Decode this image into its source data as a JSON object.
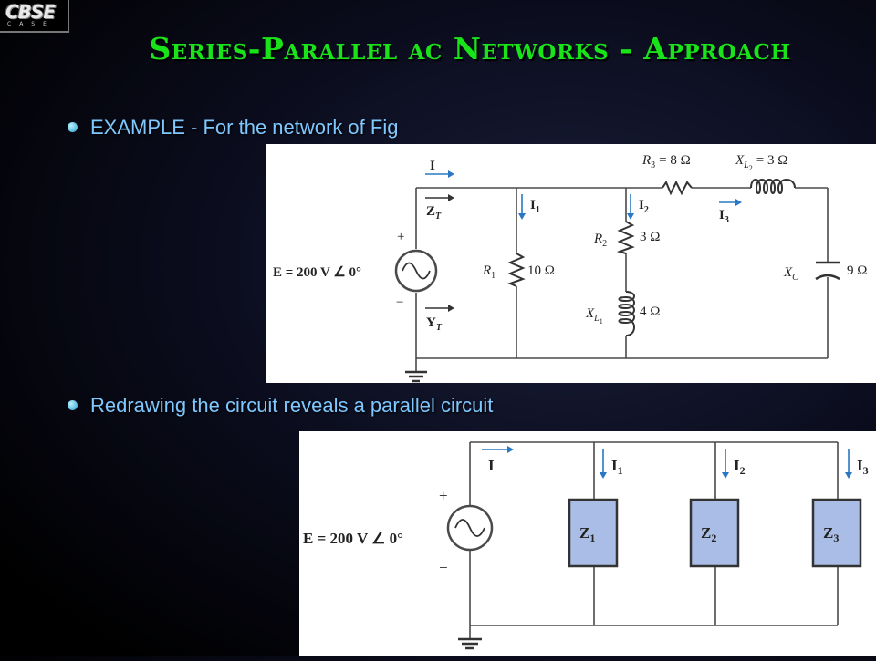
{
  "logo": {
    "text": "CBSE",
    "sub": "CASE"
  },
  "title": "Series-Parallel ac Networks - Approach",
  "bullets": [
    "EXAMPLE - For the network of Fig",
    "Redrawing the circuit reveals a parallel circuit"
  ],
  "figure1": {
    "source_label": "E = 200 V ∠ 0°",
    "plus": "+",
    "minus": "−",
    "current_I": "I",
    "zt": "Z",
    "zt_sub": "T",
    "yt": "Y",
    "yt_sub": "T",
    "i1": "I",
    "i1_sub": "1",
    "i2": "I",
    "i2_sub": "2",
    "i3": "I",
    "i3_sub": "3",
    "r1": "R",
    "r1_sub": "1",
    "r1_val": "10 Ω",
    "r2": "R",
    "r2_sub": "2",
    "r2_val": "3 Ω",
    "xl1": "X",
    "xl1_sub": "L",
    "xl1_sub2": "1",
    "xl1_val": "4 Ω",
    "r3_label": "R",
    "r3_sub": "3",
    "r3_val": "= 8 Ω",
    "xl2": "X",
    "xl2_sub": "L",
    "xl2_sub2": "2",
    "xl2_val": "= 3 Ω",
    "xc": "X",
    "xc_sub": "C",
    "xc_val": "9 Ω"
  },
  "figure2": {
    "source_label": "E = 200 V ∠ 0°",
    "plus": "+",
    "minus": "−",
    "current_I": "I",
    "i1": "I",
    "i1_sub": "1",
    "i2": "I",
    "i2_sub": "2",
    "i3": "I",
    "i3_sub": "3",
    "z1": "Z",
    "z1_sub": "1",
    "z2": "Z",
    "z2_sub": "2",
    "z3": "Z",
    "z3_sub": "3"
  }
}
